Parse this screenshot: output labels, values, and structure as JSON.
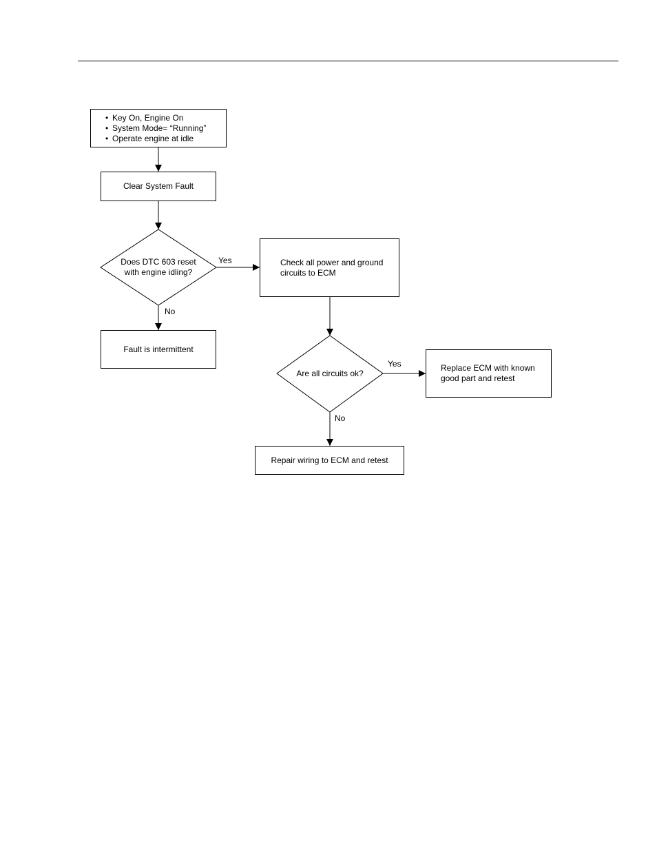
{
  "start": {
    "bullets": [
      "Key On, Engine On",
      "System Mode= “Running”",
      "Operate engine at idle"
    ]
  },
  "clear_fault": "Clear System Fault",
  "decision1": {
    "line1": "Does DTC 603 reset",
    "line2": "with engine idling?"
  },
  "yes1": "Yes",
  "no1": "No",
  "fault_intermittent": "Fault is intermittent",
  "check_circuits": {
    "line1": "Check all power and ground",
    "line2": "circuits to ECM"
  },
  "decision2": "Are all circuits ok?",
  "yes2": "Yes",
  "no2": "No",
  "replace_ecm": {
    "line1": "Replace ECM with known",
    "line2": "good part and retest"
  },
  "repair_wiring": "Repair wiring to ECM and retest"
}
